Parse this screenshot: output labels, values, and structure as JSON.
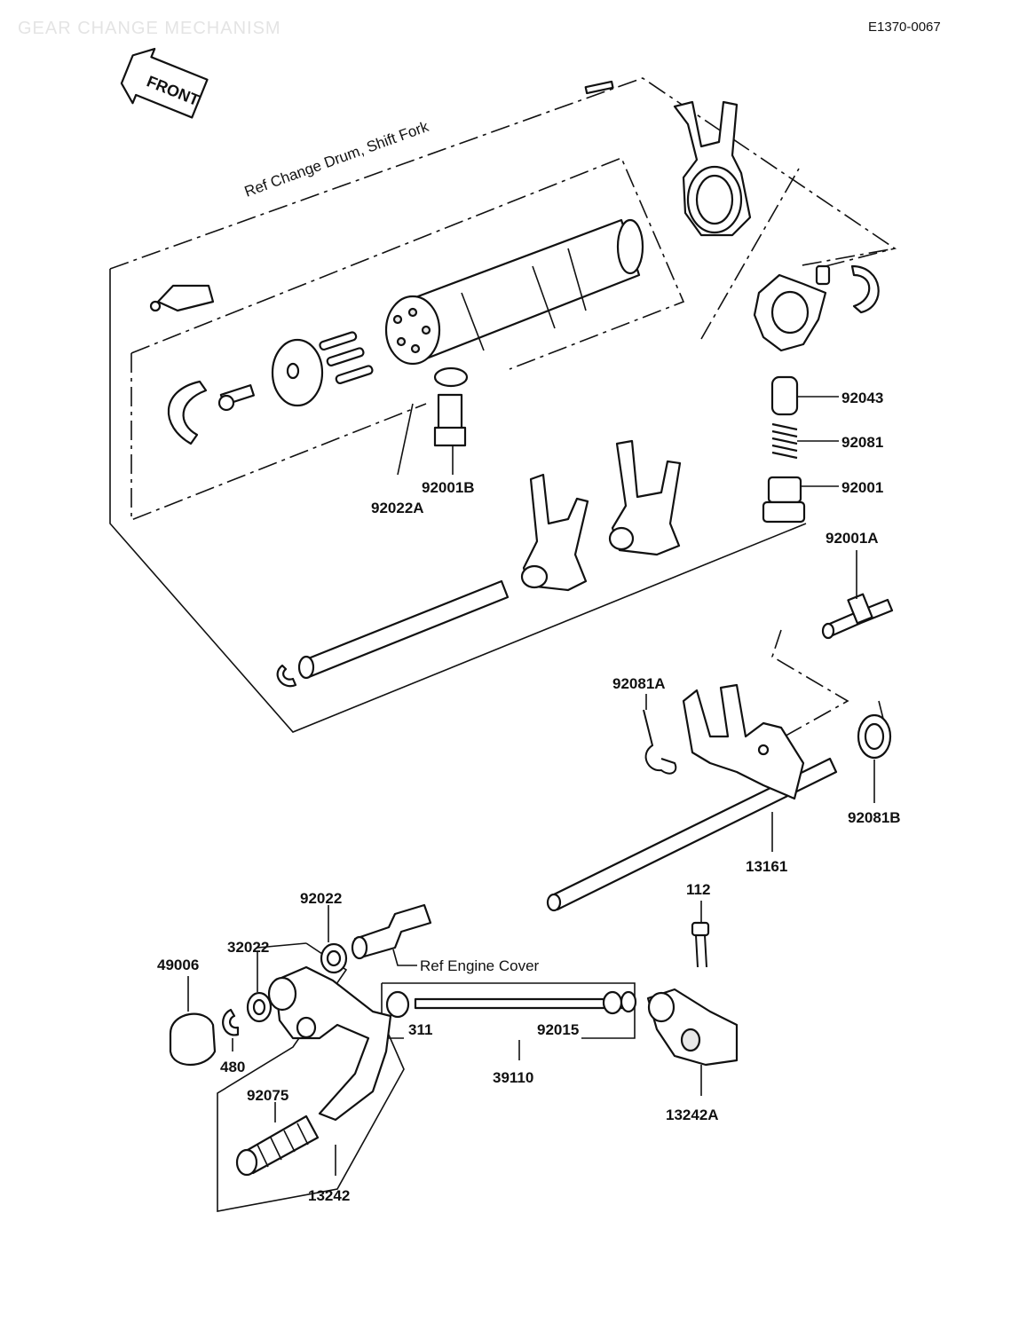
{
  "header": {
    "title": "GEAR CHANGE MECHANISM",
    "code": "E1370-0067",
    "front_badge": "FRONT"
  },
  "references": {
    "change_drum": "Ref  Change Drum, Shift Fork",
    "engine_cover": "Ref   Engine Cover"
  },
  "parts": [
    {
      "id": "92043",
      "label": "92043"
    },
    {
      "id": "92081",
      "label": "92081"
    },
    {
      "id": "92001",
      "label": "92001"
    },
    {
      "id": "92001A",
      "label": "92001A"
    },
    {
      "id": "92022A",
      "label": "92022A"
    },
    {
      "id": "92001B",
      "label": "92001B"
    },
    {
      "id": "92081A",
      "label": "92081A"
    },
    {
      "id": "92081B",
      "label": "92081B"
    },
    {
      "id": "13161",
      "label": "13161"
    },
    {
      "id": "112",
      "label": "112"
    },
    {
      "id": "92022",
      "label": "92022"
    },
    {
      "id": "92022b",
      "label": "32022"
    },
    {
      "id": "49006",
      "label": "49006"
    },
    {
      "id": "480",
      "label": "480"
    },
    {
      "id": "311",
      "label": "311"
    },
    {
      "id": "92015",
      "label": "92015"
    },
    {
      "id": "39110",
      "label": "39110"
    },
    {
      "id": "13242A",
      "label": "13242A"
    },
    {
      "id": "92075",
      "label": "92075"
    },
    {
      "id": "13242",
      "label": "13242"
    }
  ]
}
